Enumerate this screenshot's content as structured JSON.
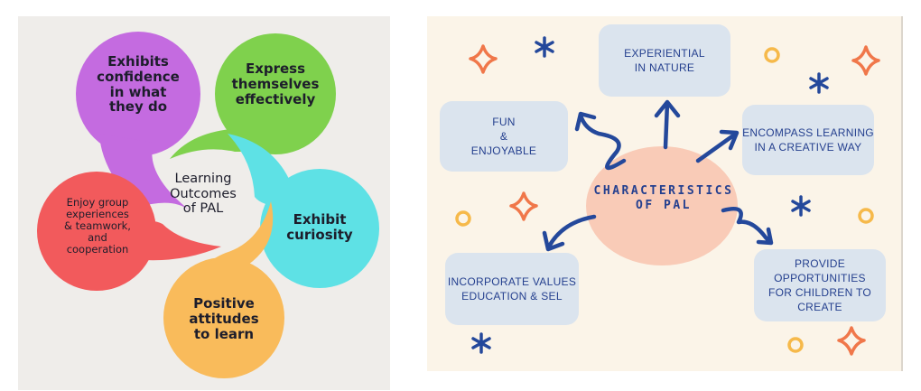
{
  "left_diagram": {
    "center": "Learning\nOutcomes\nof PAL",
    "lobes": [
      {
        "text": "Exhibits\nconfidence\nin what\nthey do",
        "color": "#c46be0"
      },
      {
        "text": "Express\nthemselves\neffectively",
        "color": "#7fd14d"
      },
      {
        "text": "Exhibit\ncuriosity",
        "color": "#5ee1e5"
      },
      {
        "text": "Positive\nattitudes\nto learn",
        "color": "#f9bb5b"
      },
      {
        "text": "Enjoy group\nexperiences\n& teamwork,\nand\ncooperation",
        "color": "#f25a5c"
      }
    ]
  },
  "right_diagram": {
    "center": "CHARACTERISTICS\nOF PAL",
    "center_color": "#f9cbb7",
    "card_color": "#dbe4ee",
    "text_color": "#25408f",
    "items": [
      {
        "text": "EXPERIENTIAL\nIN NATURE"
      },
      {
        "text": "FUN\n&\nENJOYABLE"
      },
      {
        "text": "ENCOMPASS LEARNING\nIN A CREATIVE WAY"
      },
      {
        "text": "INCORPORATE VALUES\nEDUCATION & SEL"
      },
      {
        "text": "PROVIDE OPPORTUNITIES\nFOR CHILDREN TO CREATE"
      }
    ],
    "decor_colors": {
      "star": "#f0774a",
      "asterisk": "#24489b",
      "ring": "#f6b94a"
    }
  }
}
